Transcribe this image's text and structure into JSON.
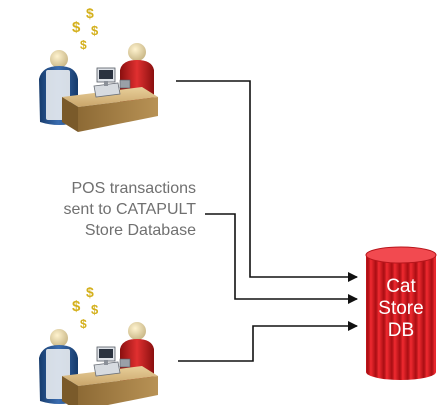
{
  "caption": {
    "line1": "POS transactions",
    "line2": "sent to CATAPULT",
    "line3": "Store Database"
  },
  "database": {
    "line1": "Cat",
    "line2": "Store",
    "line3": "DB",
    "color": "#d6141c"
  },
  "icons": {
    "store_top": "pos-checkout-icon",
    "store_bottom": "pos-checkout-icon",
    "money": "dollar-sign-icon"
  },
  "colors": {
    "line": "#111111",
    "cashier": "#1f4d8a",
    "customer": "#c41a1a",
    "counter": "#c9a56a",
    "dollar": "#d4b01c",
    "caption_text": "#707070"
  }
}
